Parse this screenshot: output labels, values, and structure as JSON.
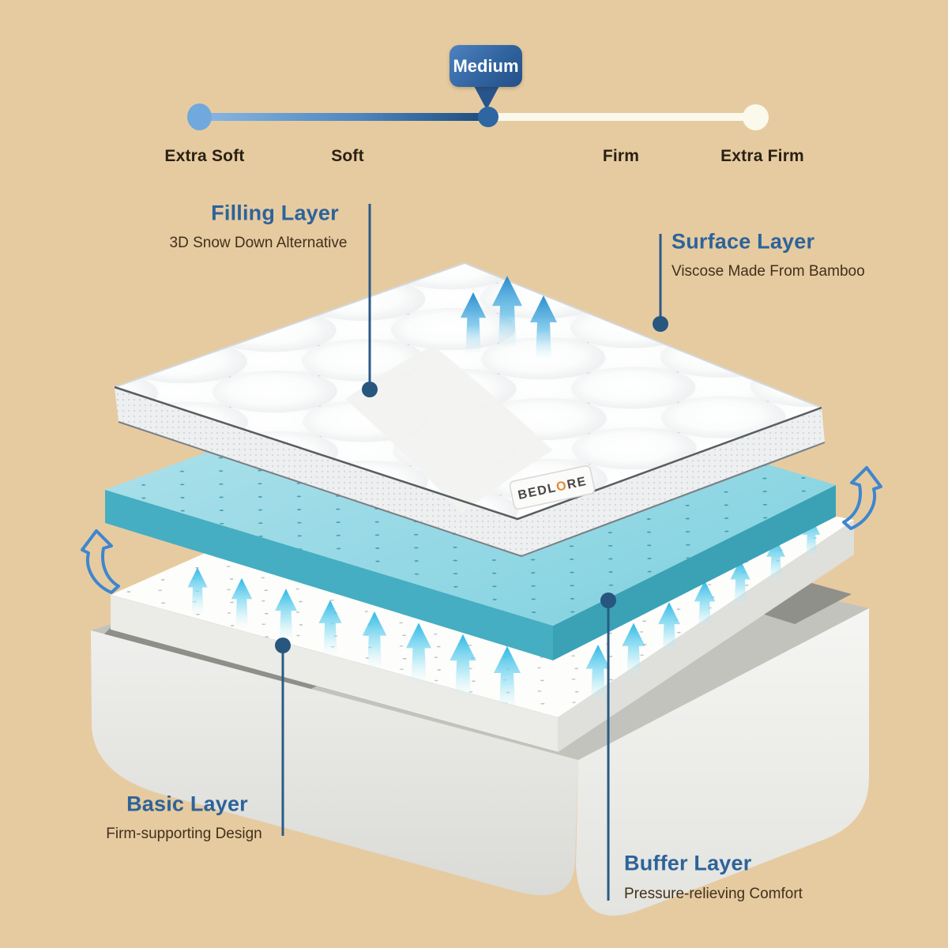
{
  "firmness_scale": {
    "badge": "Medium",
    "labels": [
      "Extra Soft",
      "Soft",
      "Firm",
      "Extra Firm"
    ]
  },
  "callouts": {
    "filling": {
      "title": "Filling Layer",
      "subtitle": "3D Snow Down Alternative"
    },
    "surface": {
      "title": "Surface Layer",
      "subtitle": "Viscose Made From Bamboo"
    },
    "basic": {
      "title": "Basic Layer",
      "subtitle": "Firm-supporting Design"
    },
    "buffer": {
      "title": "Buffer Layer",
      "subtitle": "Pressure-relieving Comfort"
    }
  },
  "brand_tag": {
    "prefix": "BEDL",
    "stylized_letter": "O",
    "suffix": "RE"
  },
  "colors": {
    "background": "#e6cba1",
    "heading_blue": "#2d6399",
    "body_text": "#42301a",
    "badge_blue": "#31649f",
    "slider_gradient_start": "#8ab8e4",
    "slider_gradient_end": "#1d4b7d",
    "slider_white": "#fbf8ec",
    "callout_line": "#2b5a85",
    "gel_foam_cyan": "#82d2e0",
    "airflow_arrow": "#22b4e4",
    "outline_arrow": "#3f86ce"
  }
}
